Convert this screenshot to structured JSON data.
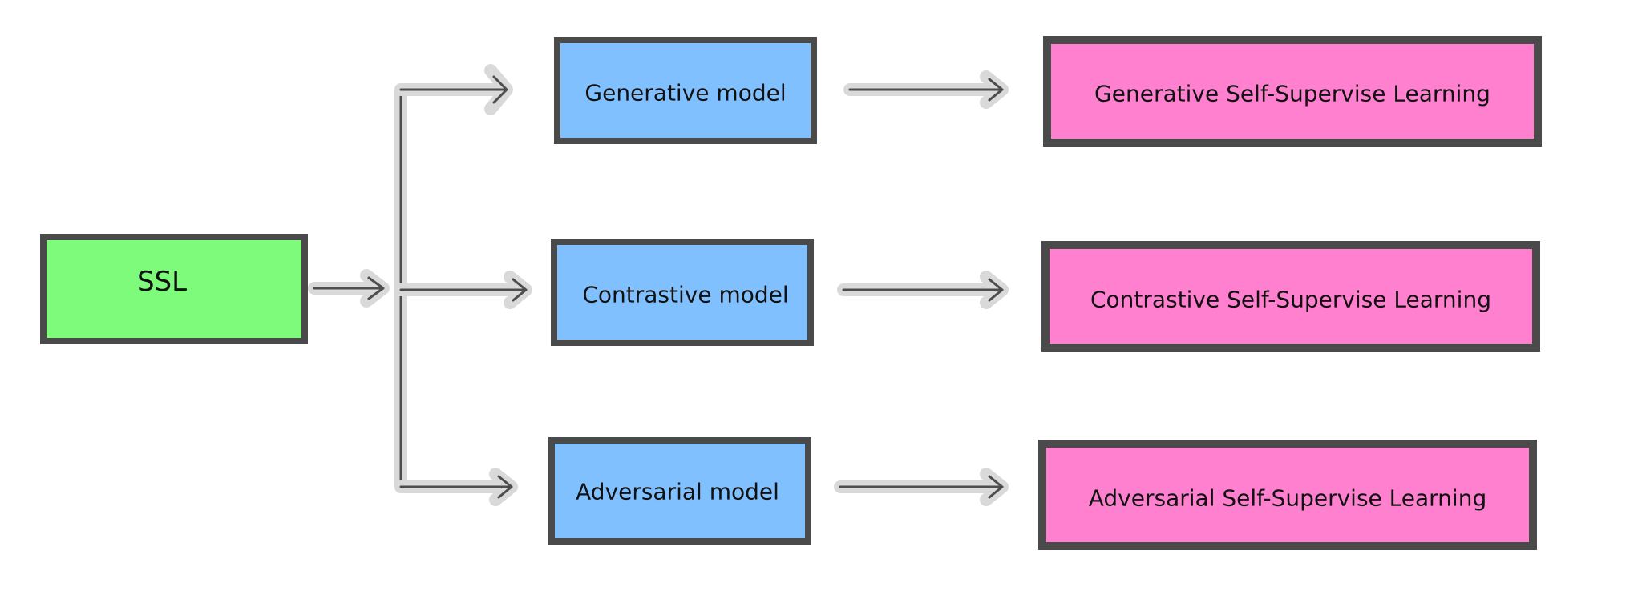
{
  "colors": {
    "root_fill": "#7efb7b",
    "model_fill": "#80c0ff",
    "result_fill": "#ff80cf",
    "border": "#4a4a4a",
    "connector": "#4d4d4d",
    "connector_halo": "#d9d9d9"
  },
  "root": {
    "label": "SSL"
  },
  "models": [
    {
      "label": "Generative model"
    },
    {
      "label": "Contrastive model"
    },
    {
      "label": "Adversarial model"
    }
  ],
  "results": [
    {
      "label": "Generative Self-Supervise Learning"
    },
    {
      "label": "Contrastive Self-Supervise Learning"
    },
    {
      "label": "Adversarial Self-Supervise Learning"
    }
  ]
}
